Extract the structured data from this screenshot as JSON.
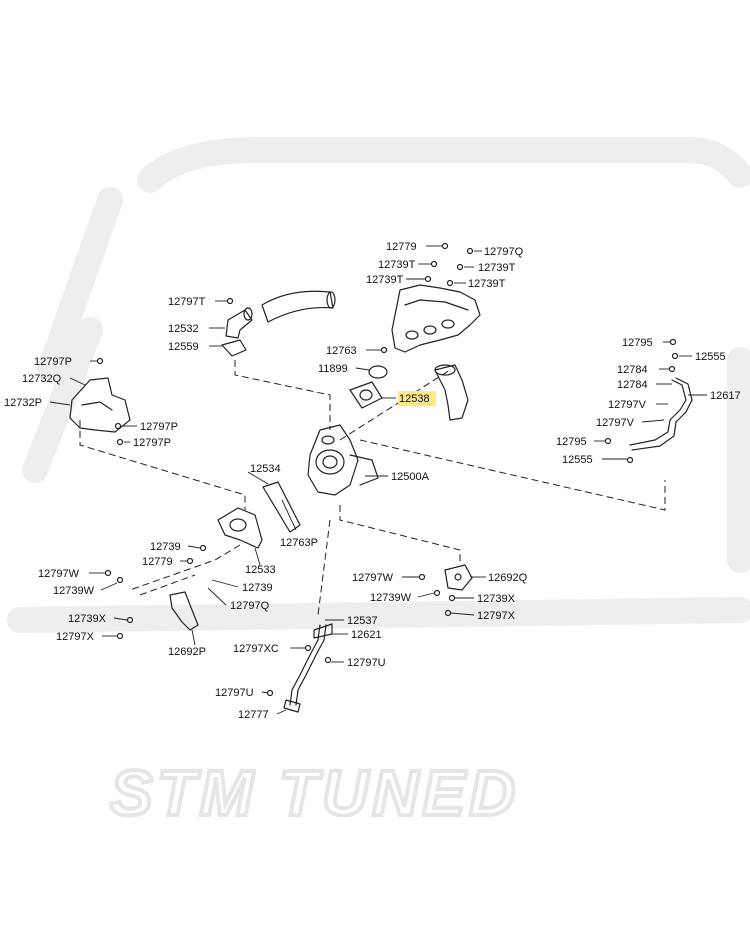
{
  "diagram": {
    "watermark": "STM TUNED",
    "highlighted_part": "12538",
    "labels": [
      {
        "id": "l1",
        "text": "12779"
      },
      {
        "id": "l2",
        "text": "12797Q"
      },
      {
        "id": "l3",
        "text": "12739T"
      },
      {
        "id": "l4",
        "text": "12739T"
      },
      {
        "id": "l5",
        "text": "12739T"
      },
      {
        "id": "l6",
        "text": "12739T"
      },
      {
        "id": "l7",
        "text": "12797T"
      },
      {
        "id": "l8",
        "text": "12532"
      },
      {
        "id": "l9",
        "text": "12559"
      },
      {
        "id": "l10",
        "text": "12763"
      },
      {
        "id": "l11",
        "text": "11899"
      },
      {
        "id": "l12",
        "text": "12538"
      },
      {
        "id": "l13",
        "text": "12795"
      },
      {
        "id": "l14",
        "text": "12555"
      },
      {
        "id": "l15",
        "text": "12784"
      },
      {
        "id": "l16",
        "text": "12784"
      },
      {
        "id": "l17",
        "text": "12617"
      },
      {
        "id": "l18",
        "text": "12797V"
      },
      {
        "id": "l19",
        "text": "12797V"
      },
      {
        "id": "l20",
        "text": "12795"
      },
      {
        "id": "l21",
        "text": "12555"
      },
      {
        "id": "l22",
        "text": "12797P"
      },
      {
        "id": "l23",
        "text": "12732Q"
      },
      {
        "id": "l24",
        "text": "12732P"
      },
      {
        "id": "l25",
        "text": "12797P"
      },
      {
        "id": "l26",
        "text": "12797P"
      },
      {
        "id": "l27",
        "text": "12534"
      },
      {
        "id": "l28",
        "text": "12500A"
      },
      {
        "id": "l29",
        "text": "12763P"
      },
      {
        "id": "l30",
        "text": "12739"
      },
      {
        "id": "l31",
        "text": "12779"
      },
      {
        "id": "l32",
        "text": "12533"
      },
      {
        "id": "l33",
        "text": "12797W"
      },
      {
        "id": "l34",
        "text": "12739W"
      },
      {
        "id": "l35",
        "text": "12739"
      },
      {
        "id": "l36",
        "text": "12797Q"
      },
      {
        "id": "l37",
        "text": "12739X"
      },
      {
        "id": "l38",
        "text": "12797X"
      },
      {
        "id": "l39",
        "text": "12692P"
      },
      {
        "id": "l40",
        "text": "12797W"
      },
      {
        "id": "l41",
        "text": "12692Q"
      },
      {
        "id": "l42",
        "text": "12739W"
      },
      {
        "id": "l43",
        "text": "12739X"
      },
      {
        "id": "l44",
        "text": "12797X"
      },
      {
        "id": "l45",
        "text": "12537"
      },
      {
        "id": "l46",
        "text": "12621"
      },
      {
        "id": "l47",
        "text": "12797XC"
      },
      {
        "id": "l48",
        "text": "12797U"
      },
      {
        "id": "l49",
        "text": "12797U"
      },
      {
        "id": "l50",
        "text": "12777"
      }
    ]
  }
}
